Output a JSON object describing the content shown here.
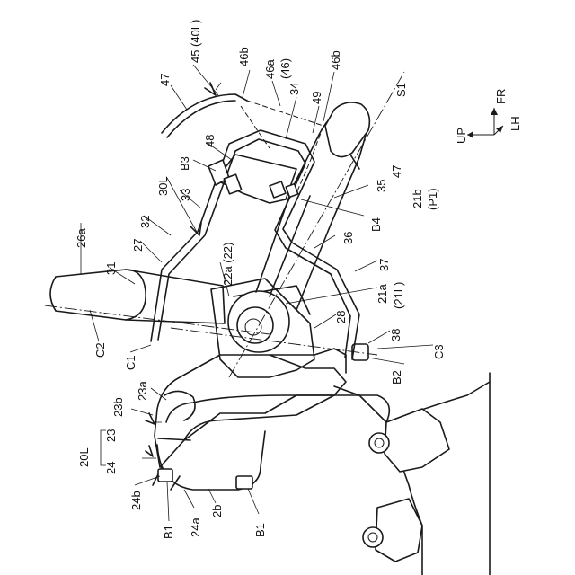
{
  "labels": {
    "n45": "45",
    "n40L": "(40L)",
    "n46b_top": "46b",
    "n46a": "46a",
    "n46": "(46)",
    "n46b_right": "46b",
    "nS1": "S1",
    "n47_top": "47",
    "n47_right": "47",
    "n34": "34",
    "n49": "49",
    "n48": "48",
    "nB3": "B3",
    "n30L": "30L",
    "n33": "33",
    "n35": "35",
    "n21b": "21b",
    "nP1": "(P1)",
    "nB4": "B4",
    "n26a": "26a",
    "n32": "32",
    "n27": "27",
    "n22a": "22a (22)",
    "n36": "36",
    "n37": "37",
    "n31": "31",
    "n21a": "21a",
    "n21L": "(21L)",
    "nC2": "C2",
    "nC1": "C1",
    "n28": "28",
    "n38": "38",
    "nB2": "B2",
    "nC3": "C3",
    "n23b": "23b",
    "n23a": "23a",
    "n20L": "20L",
    "n23": "23",
    "n24": "24",
    "n24b": "24b",
    "nB1_left": "B1",
    "n24a": "24a",
    "n2b": "2b",
    "nB1_right": "B1"
  },
  "direction": {
    "up": "UP",
    "fr": "FR",
    "lh": "LH"
  }
}
